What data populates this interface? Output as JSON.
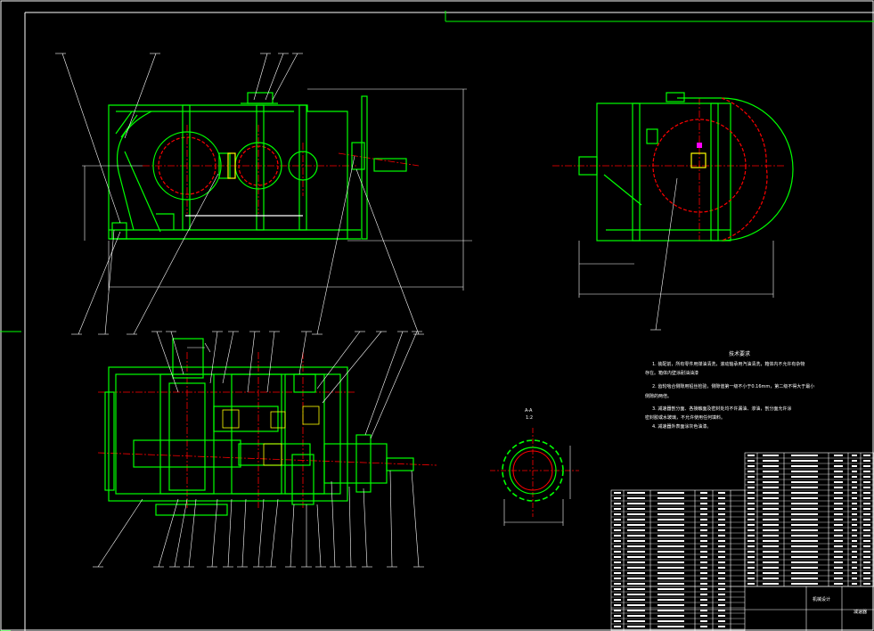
{
  "drawing": {
    "colors": {
      "background": "#000000",
      "frame": "#ffffff",
      "outline": "#00ff00",
      "centerline": "#ff0000",
      "leader": "#ffffff",
      "hidden": "#ffff00",
      "accent": "#ff00ff"
    },
    "technical_requirements": {
      "title": "技术要求",
      "items": [
        "1. 装配前，所有零件用煤油清洗，滚动轴承用汽油清洗，箱体内不允许有杂物",
        "存在。箱体内壁涂耐油油漆",
        "2. 齿轮啮合侧隙用铅丝检验，侧隙值第一级不小于0.16mm，第二级不得大于最小",
        "侧隙的两倍。",
        "3. 减速器剖分面、各接触面及密封处均不许漏油、渗油，剖分面允许涂",
        "密封胶或水玻璃，不允许使用任何填料。",
        "4. 减速器外表面涂灰色油漆。"
      ]
    },
    "section": {
      "label": "A-A",
      "scale": "1:2"
    },
    "title_block": {
      "drawing_name": "减速器",
      "school": "机械设计"
    }
  }
}
